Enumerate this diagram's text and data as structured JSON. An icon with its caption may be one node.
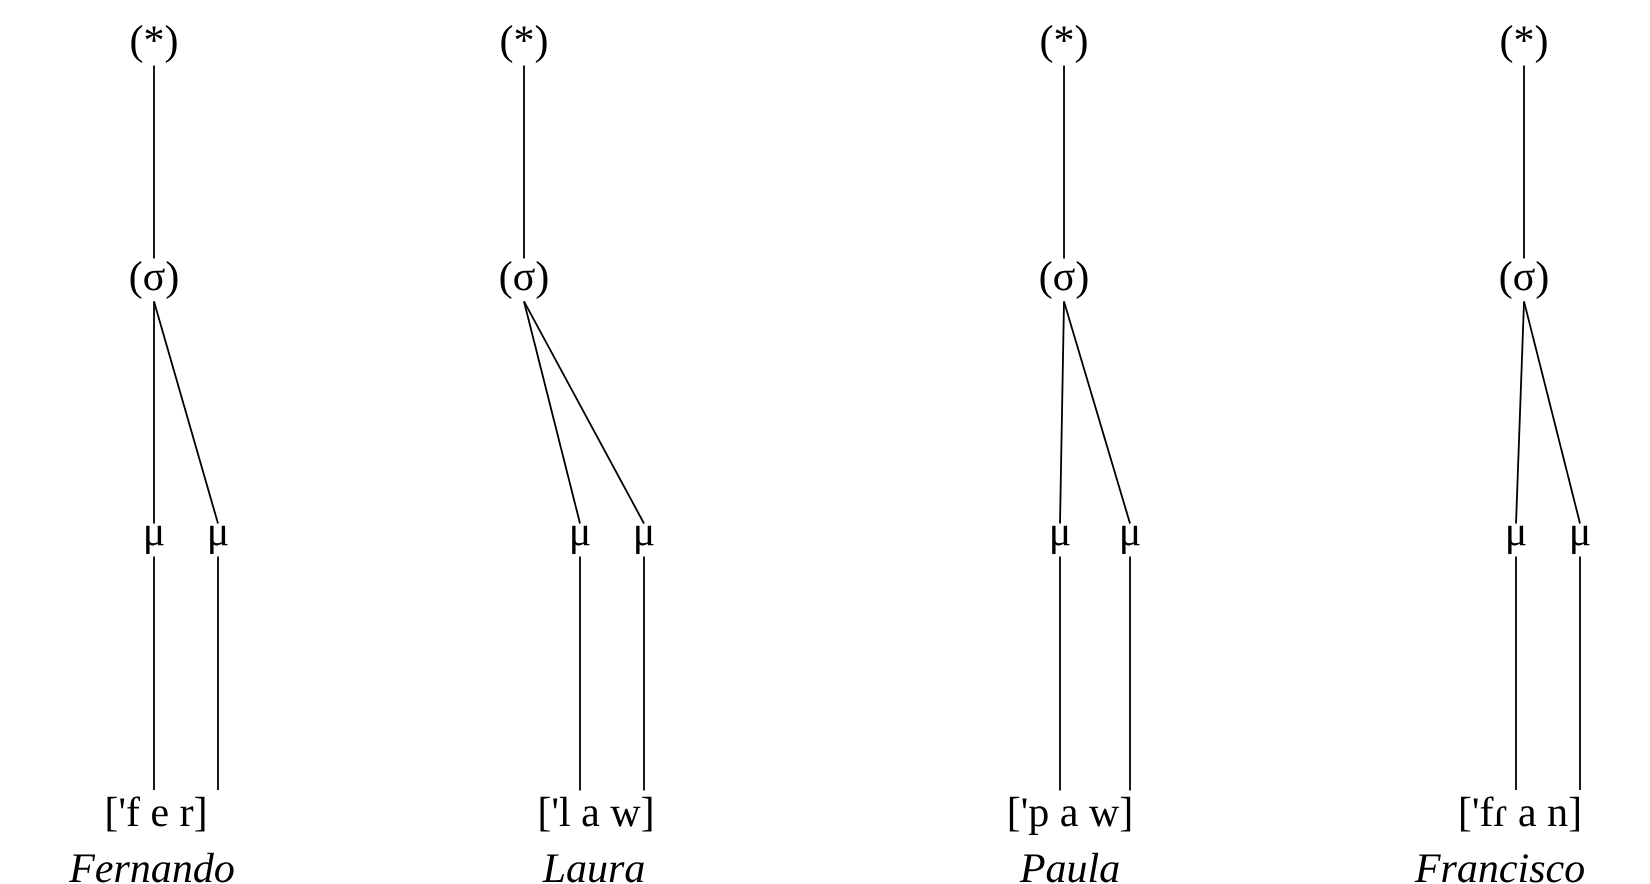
{
  "diagram": {
    "nodes": [
      {
        "text": [
          "(*)"
        ]
      },
      {
        "text": [
          "(σ)"
        ]
      },
      {
        "text": [
          "μ"
        ]
      },
      {
        "text": [
          "μ"
        ]
      },
      {
        "text": [
          "['f e  r]"
        ],
        "beside": [
          "*Fernando*"
        ]
      },
      {
        "text": [
          "(*)"
        ]
      },
      {
        "text": [
          "(σ)"
        ]
      },
      {
        "text": [
          "μ"
        ]
      },
      {
        "text": [
          "μ"
        ]
      },
      {
        "text": [
          "['l a  w]"
        ],
        "beside": [
          "*Laura*"
        ]
      },
      {
        "text": [
          "(*)"
        ]
      },
      {
        "text": [
          "(σ)"
        ]
      },
      {
        "text": [
          "μ"
        ]
      },
      {
        "text": [
          "μ"
        ]
      },
      {
        "text": [
          "['p a  w]"
        ],
        "beside": [
          "*Paula*"
        ]
      },
      {
        "text": [
          "(*)"
        ]
      },
      {
        "text": [
          "(σ)"
        ]
      },
      {
        "text": [
          "μ"
        ]
      },
      {
        "text": [
          "μ"
        ]
      },
      {
        "text": [
          "['fɾ a  n]"
        ],
        "beside": [
          "*Francisco*"
        ]
      }
    ],
    "edges": [
      {
        "from": 0,
        "to": 1,
        "arrow": "none"
      },
      {
        "from": 1,
        "to": 2,
        "arrow": "none"
      },
      {
        "from": 1,
        "to": 3,
        "arrow": "none"
      },
      {
        "from": 2,
        "to": 4,
        "arrow": "none"
      },
      {
        "from": 3,
        "to": 4,
        "arrow": "none"
      },
      {
        "from": 5,
        "to": 6,
        "arrow": "none"
      },
      {
        "from": 6,
        "to": 7,
        "arrow": "none"
      },
      {
        "from": 6,
        "to": 8,
        "arrow": "none"
      },
      {
        "from": 7,
        "to": 9,
        "arrow": "none"
      },
      {
        "from": 8,
        "to": 9,
        "arrow": "none"
      },
      {
        "from": 10,
        "to": 11,
        "arrow": "none"
      },
      {
        "from": 11,
        "to": 12,
        "arrow": "none"
      },
      {
        "from": 11,
        "to": 13,
        "arrow": "none"
      },
      {
        "from": 12,
        "to": 14,
        "arrow": "none"
      },
      {
        "from": 13,
        "to": 14,
        "arrow": "none"
      },
      {
        "from": 15,
        "to": 16,
        "arrow": "none"
      },
      {
        "from": 16,
        "to": 17,
        "arrow": "none"
      },
      {
        "from": 16,
        "to": 18,
        "arrow": "none"
      },
      {
        "from": 17,
        "to": 19,
        "arrow": "none"
      },
      {
        "from": 18,
        "to": 19,
        "arrow": "none"
      }
    ]
  }
}
